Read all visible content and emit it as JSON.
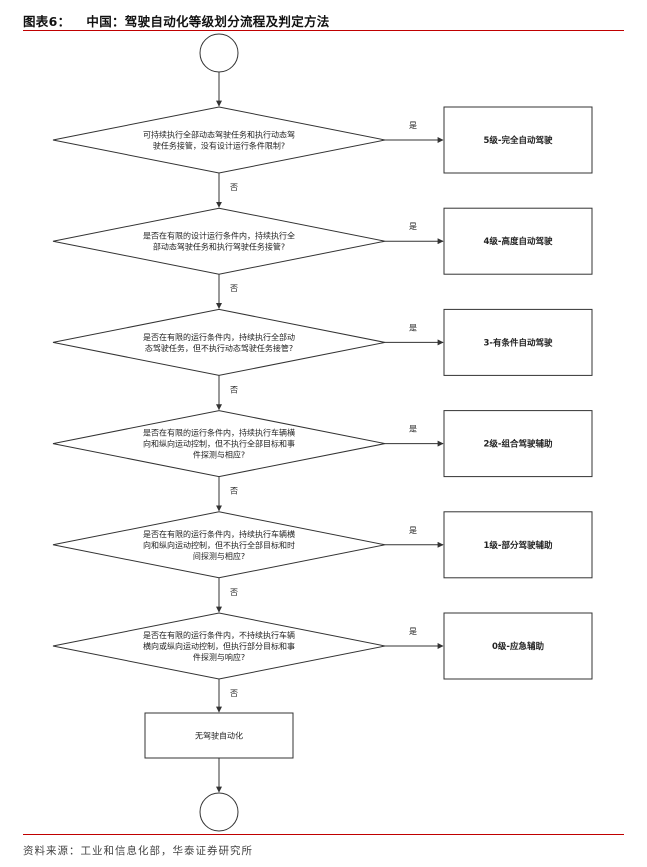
{
  "header": {
    "figure_label": "图表6：",
    "title": "中国：驾驶自动化等级划分流程及判定方法"
  },
  "source": "资料来源：工业和信息化部，华泰证券研究所",
  "labels": {
    "yes": "是",
    "no": "否"
  },
  "colors": {
    "rule": "#c00000",
    "stroke": "#333333"
  },
  "steps": [
    {
      "question": [
        "可持续执行全部动态驾驶任务和执行动态驾",
        "驶任务接管，没有设计运行条件限制?"
      ],
      "level": "5级-完全自动驾驶"
    },
    {
      "question": [
        "是否在有限的设计运行条件内，持续执行全",
        "部动态驾驶任务和执行驾驶任务接管?"
      ],
      "level": "4级-高度自动驾驶"
    },
    {
      "question": [
        "是否在有限的运行条件内，持续执行全部动",
        "态驾驶任务，但不执行动态驾驶任务接管?"
      ],
      "level": "3-有条件自动驾驶"
    },
    {
      "question": [
        "是否在有限的运行条件内，持续执行车辆横",
        "向和纵向运动控制，但不执行全部目标和事",
        "件探测与相应?"
      ],
      "level": "2级-组合驾驶辅助"
    },
    {
      "question": [
        "是否在有限的运行条件内，持续执行车辆横",
        "向和纵向运动控制，但不执行全部目标和时",
        "间探测与相应?"
      ],
      "level": "1级-部分驾驶辅助"
    },
    {
      "question": [
        "是否在有限的运行条件内，不持续执行车辆",
        "横向或纵向运动控制，但执行部分目标和事",
        "件探测与响应?"
      ],
      "level": "0级-应急辅助"
    }
  ],
  "final_box": "无驾驶自动化"
}
